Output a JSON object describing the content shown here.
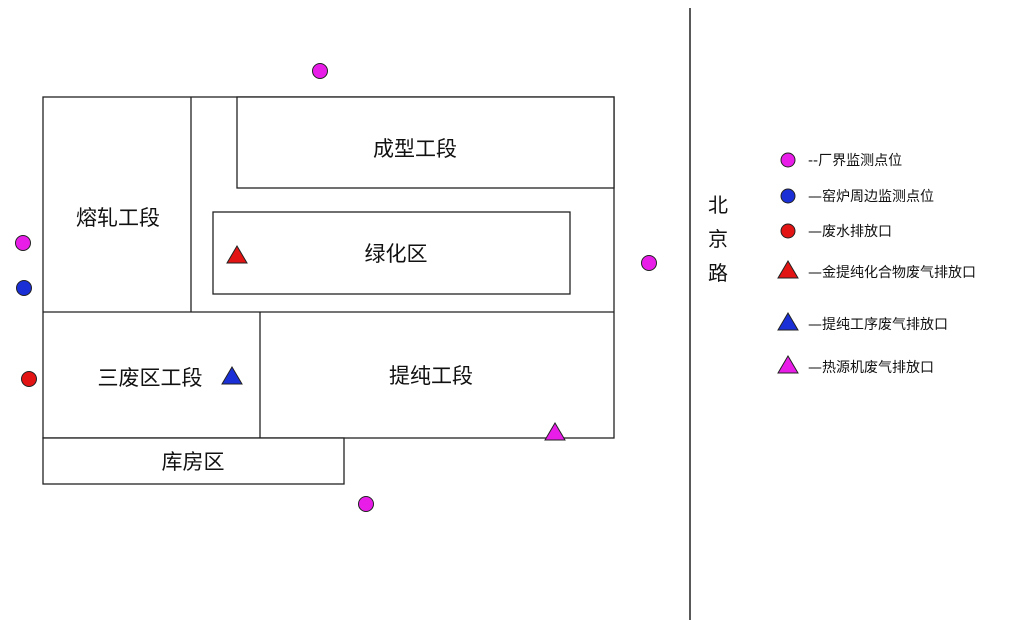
{
  "colors": {
    "boundary_point": "#e81ee8",
    "kiln_point": "#1a2fd6",
    "wastewater": "#e31414",
    "gold_exhaust": "#e31414",
    "purify_exhaust": "#1a2fd6",
    "heat_exhaust": "#e81ee8",
    "stroke": "#222222"
  },
  "zones": {
    "molding": "成型工段",
    "rolling": "熔轧工段",
    "green": "绿化区",
    "waste": "三废区工段",
    "purify": "提纯工段",
    "warehouse": "库房区"
  },
  "road": {
    "chars": [
      "北",
      "京",
      "路"
    ]
  },
  "legend": [
    {
      "icon": "magenta-circle",
      "label": "--厂界监测点位"
    },
    {
      "icon": "blue-circle",
      "label": "—窑炉周边监测点位"
    },
    {
      "icon": "red-circle",
      "label": "—废水排放口"
    },
    {
      "icon": "red-triangle",
      "label": "—金提纯化合物废气排放口"
    },
    {
      "icon": "blue-triangle",
      "label": "—提纯工序废气排放口"
    },
    {
      "icon": "magenta-triangle",
      "label": "—热源机废气排放口"
    }
  ]
}
